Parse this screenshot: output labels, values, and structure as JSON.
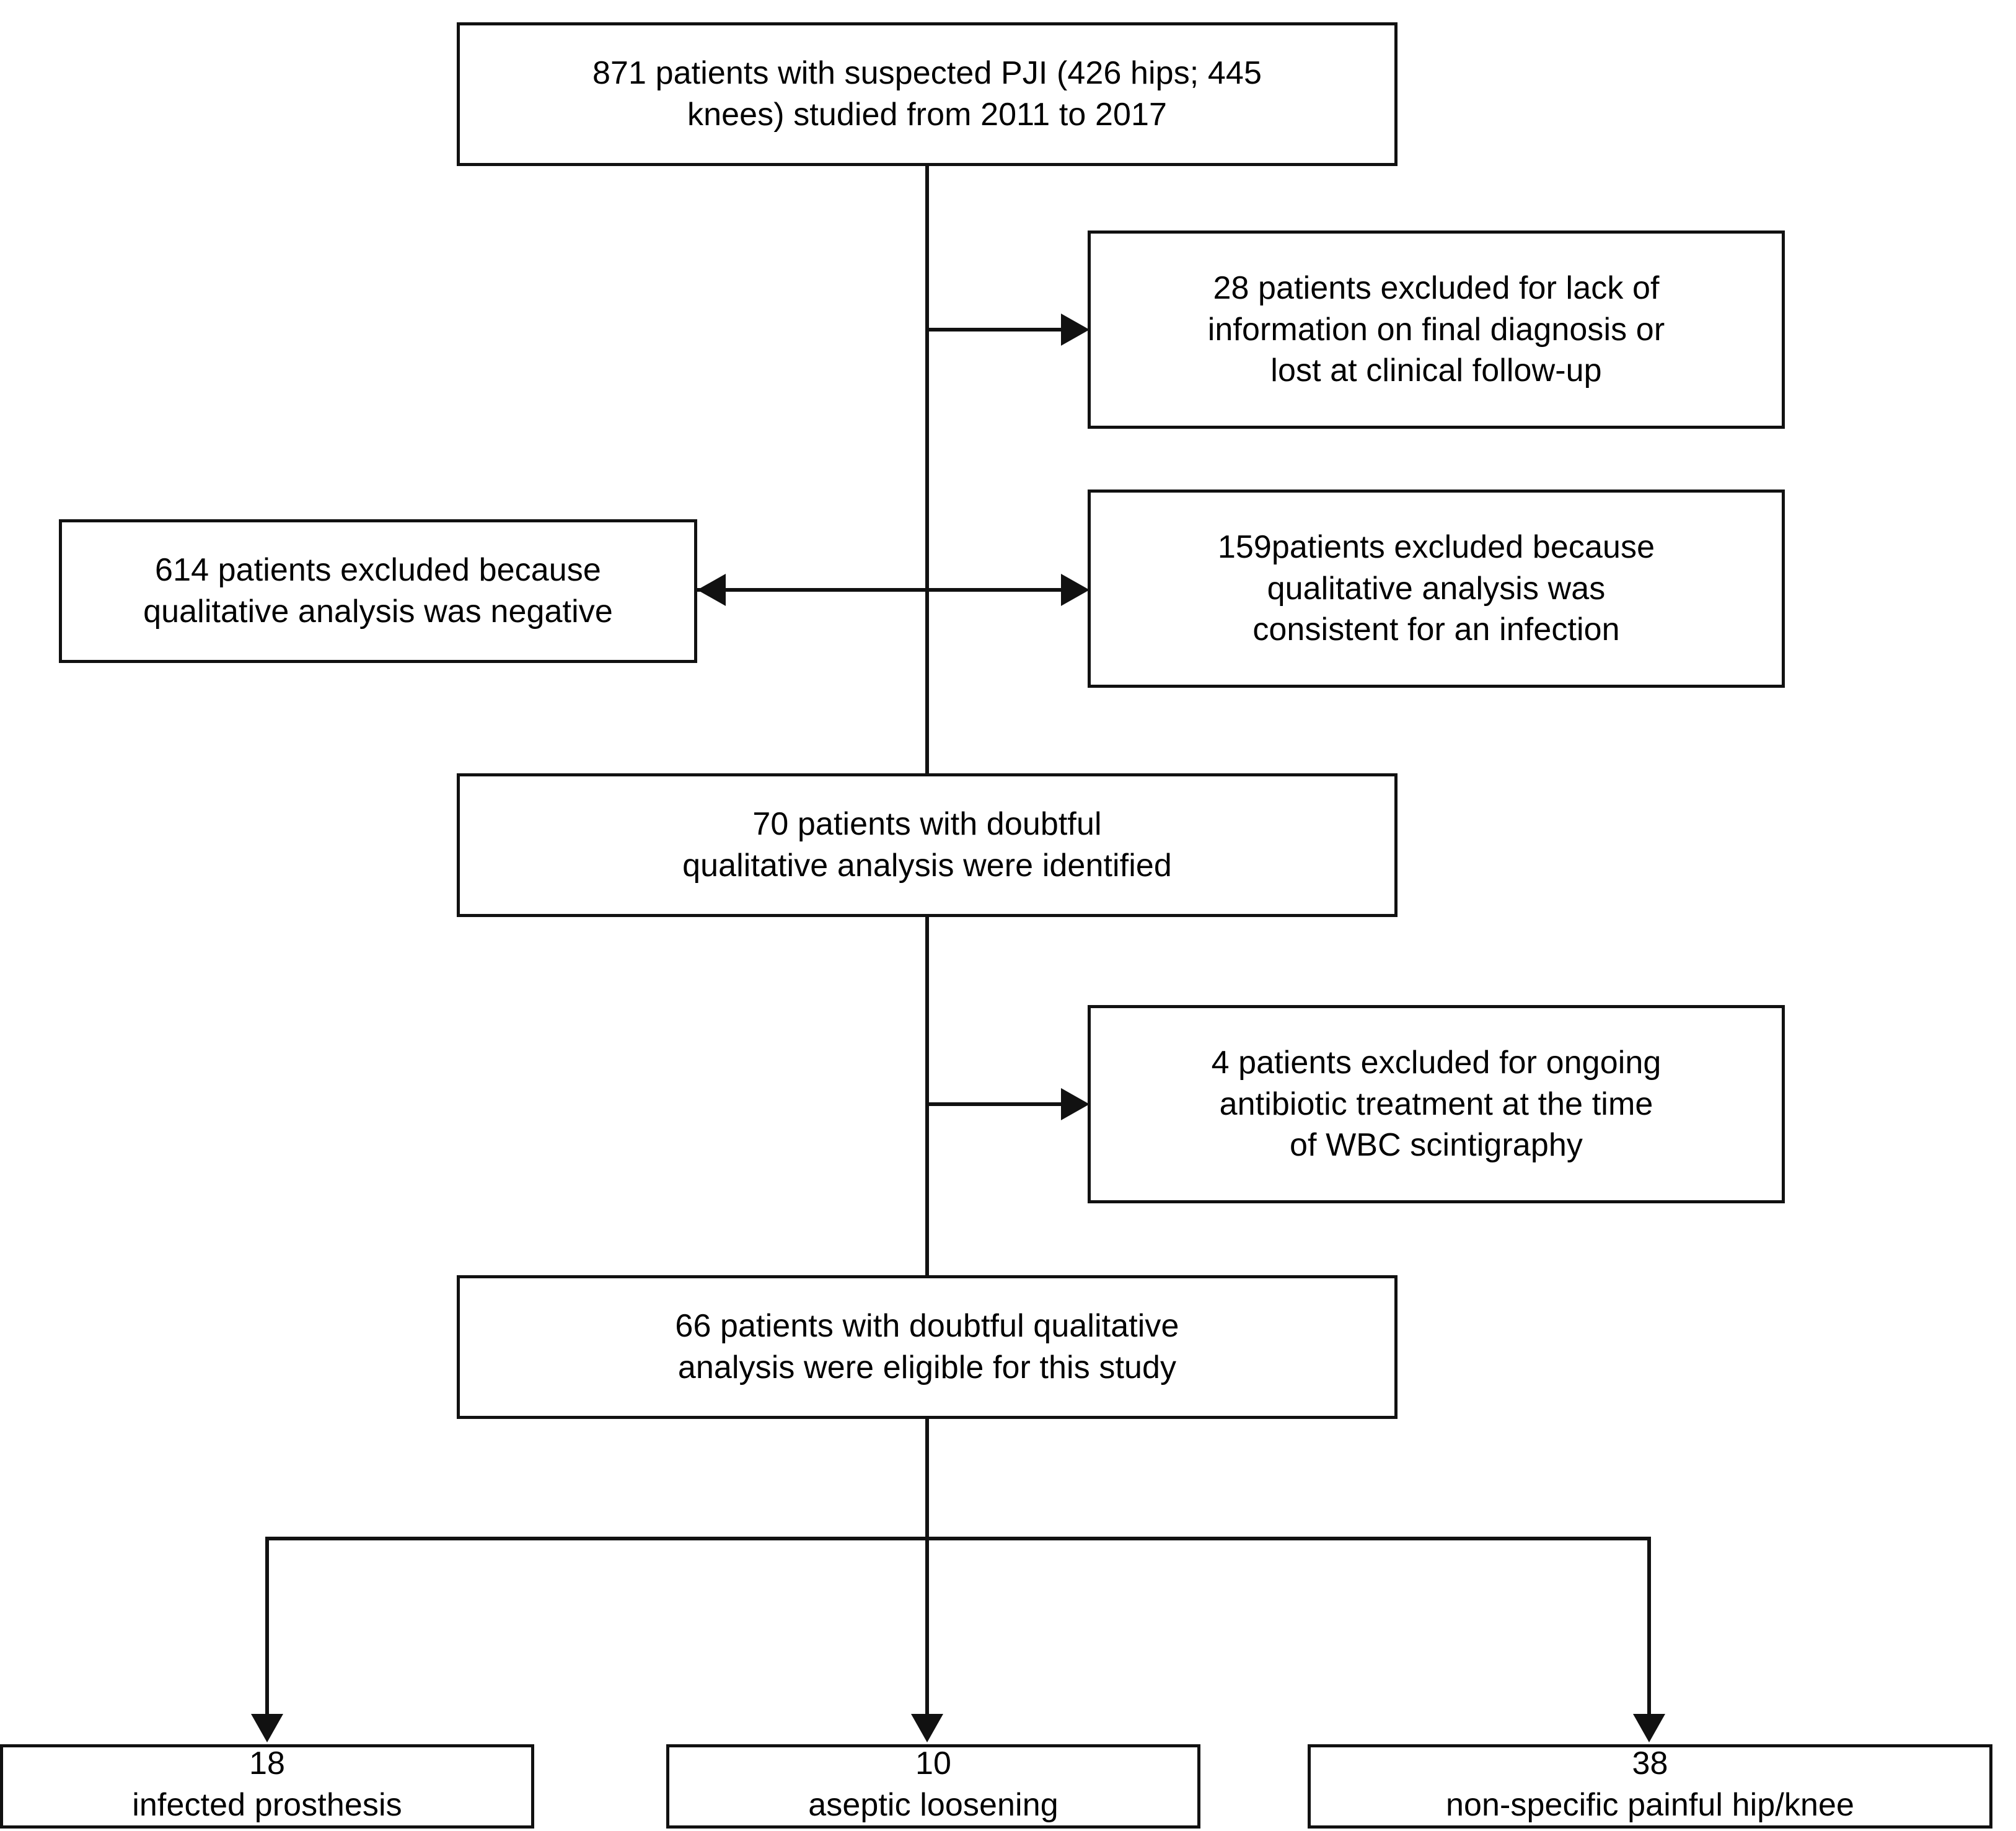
{
  "diagram": {
    "title": "Patient selection flow for suspected periprosthetic joint infection (PJI)",
    "type": "flowchart",
    "nodes": {
      "source": {
        "text": "871 patients with suspected PJI (426 hips; 445\nknees) studied from 2011 to 2017",
        "count": 871,
        "hips": 426,
        "knees": 445,
        "period": "2011 to 2017"
      },
      "excluded_28": {
        "text": "28 patients excluded for lack of\ninformation on final diagnosis or\nlost at clinical follow-up",
        "count": 28
      },
      "excluded_614": {
        "text": "614 patients excluded  because\nqualitative analysis was negative",
        "count": 614
      },
      "excluded_159": {
        "text": "159patients excluded  because\nqualitative analysis was\nconsistent for an infection",
        "count": 159
      },
      "doubtful_70": {
        "text": "70 patients with doubtful\nqualitative analysis were identified",
        "count": 70
      },
      "excluded_4": {
        "text": "4 patients excluded  for ongoing\nantibiotic treatment at the time\nof WBC scintigraphy",
        "count": 4
      },
      "eligible_66": {
        "text": "66 patients with doubtful qualitative\nanalysis were eligible for this study",
        "count": 66
      },
      "outcome_infected": {
        "text": "18\ninfected prosthesis",
        "count": 18,
        "label": "infected prosthesis"
      },
      "outcome_aseptic": {
        "text": "10\naseptic loosening",
        "count": 10,
        "label": "aseptic loosening"
      },
      "outcome_nonspecific": {
        "text": "38\nnon-specific painful hip/knee",
        "count": 38,
        "label": "non-specific painful hip/knee"
      }
    },
    "colors": {
      "stroke": "#111111",
      "fill": "#ffffff",
      "text": "#000000"
    }
  }
}
